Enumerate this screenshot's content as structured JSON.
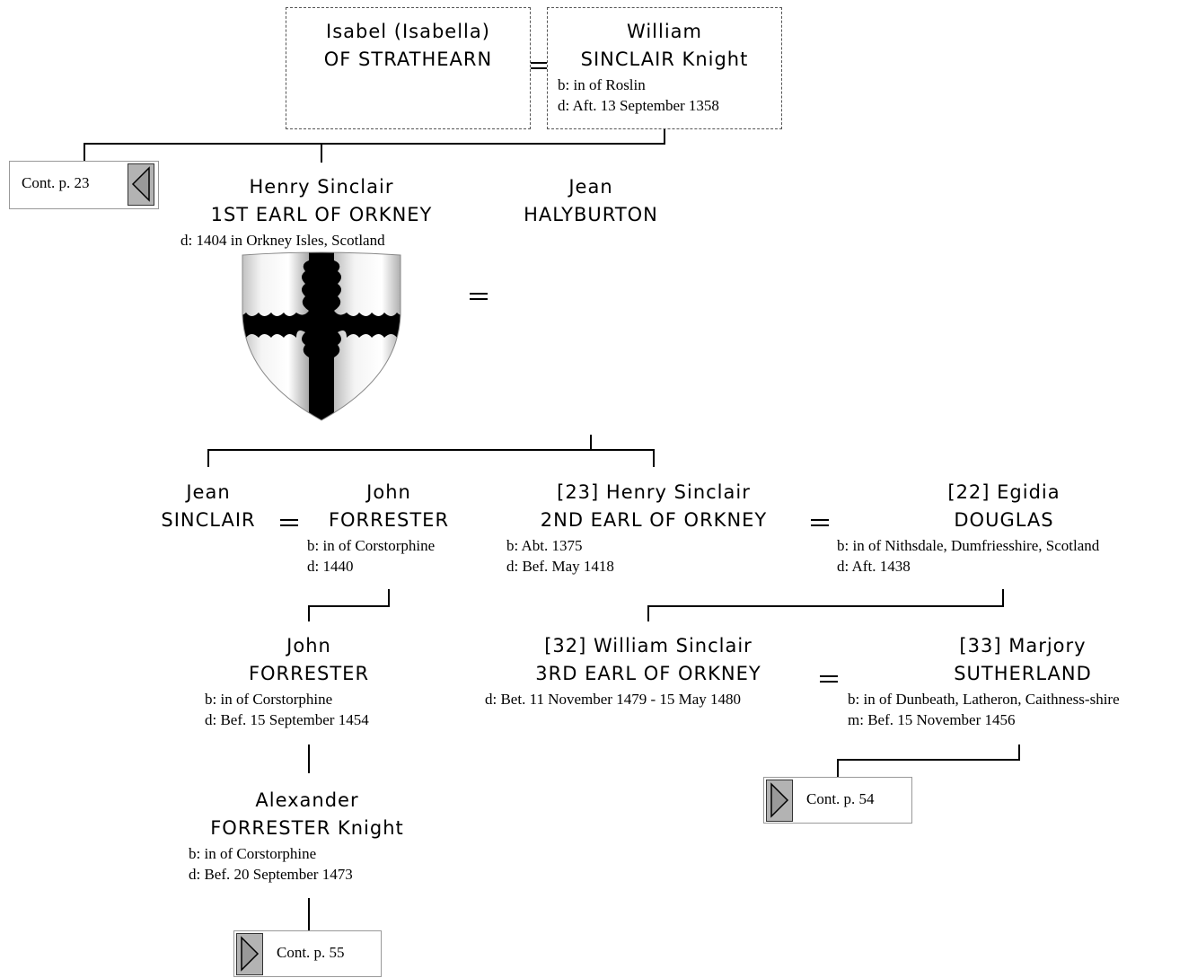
{
  "people": {
    "isabel": {
      "given": "Isabel (Isabella)",
      "surname": "OF STRATHEARN"
    },
    "william_knight": {
      "given": "William",
      "surname": "SINCLAIR Knight",
      "birth": "b: in of Roslin",
      "death": "d: Aft. 13 September 1358"
    },
    "henry1": {
      "given": "Henry Sinclair",
      "surname": "1ST EARL OF ORKNEY",
      "death": "d: 1404 in Orkney Isles, Scotland"
    },
    "jean_h": {
      "given": "Jean",
      "surname": "HALYBURTON"
    },
    "jean_s": {
      "given": "Jean",
      "surname": "SINCLAIR"
    },
    "john_f1": {
      "given": "John",
      "surname": "FORRESTER",
      "birth": "b: in of Corstorphine",
      "death": "d: 1440"
    },
    "henry2": {
      "given": "[23] Henry Sinclair",
      "surname": "2ND EARL OF ORKNEY",
      "birth": "b: Abt. 1375",
      "death": "d: Bef. May 1418"
    },
    "egidia": {
      "given": "[22] Egidia",
      "surname": "DOUGLAS",
      "birth": "b: in of Nithsdale, Dumfriesshire, Scotland",
      "death": "d: Aft. 1438"
    },
    "john_f2": {
      "given": "John",
      "surname": "FORRESTER",
      "birth": "b: in of Corstorphine",
      "death": "d: Bef. 15 September 1454"
    },
    "william3": {
      "given": "[32] William Sinclair",
      "surname": "3RD EARL OF ORKNEY",
      "death": "d: Bet. 11 November 1479 - 15 May 1480"
    },
    "marjory": {
      "given": "[33] Marjory",
      "surname": "SUTHERLAND",
      "birth": "b: in of Dunbeath, Latheron, Caithness-shire",
      "marriage": "m: Bef. 15 November 1456"
    },
    "alexander": {
      "given": "Alexander",
      "surname": "FORRESTER Knight",
      "birth": "b: in of Corstorphine",
      "death": "d: Bef. 20 September 1473"
    }
  },
  "continuations": {
    "p23": "Cont. p. 23",
    "p54": "Cont. p. 54",
    "p55": "Cont. p. 55"
  },
  "icons": {
    "coat_of_arms": "shield-engrailed-cross-icon",
    "back_arrow": "triangle-left-icon",
    "forward_arrow": "triangle-right-icon"
  },
  "colors": {
    "line": "#000000",
    "arrow_fill": "#b3b3b3",
    "dashed_border": "#555555"
  }
}
